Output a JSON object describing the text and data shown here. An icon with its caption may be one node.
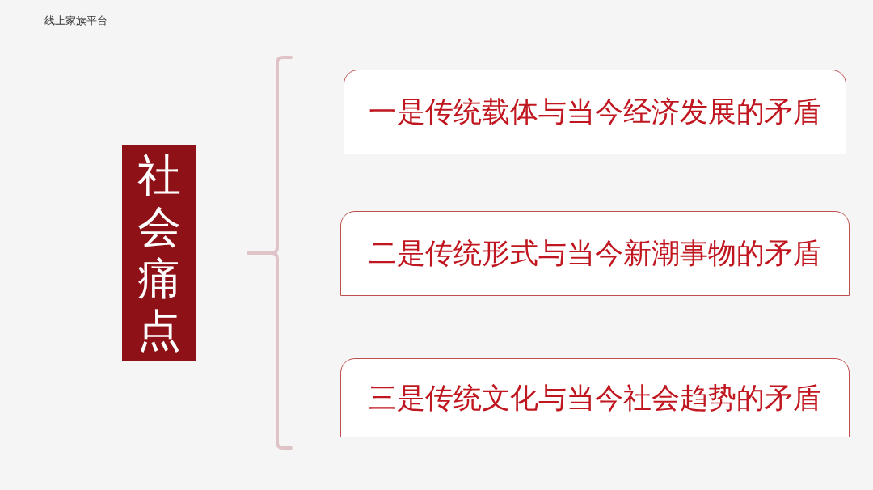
{
  "diagram": {
    "nodes": [
      {
        "text": [
          "社会痛点"
        ]
      },
      {
        "text": [
          "一是传统载体与当今经济发展的矛盾"
        ]
      },
      {
        "text": [
          "二是传统形式与当今新潮事物的矛盾"
        ]
      },
      {
        "text": [
          "三是传统文化与当今社会趋势的矛盾"
        ]
      }
    ],
    "labels": [
      "线上家族平台"
    ]
  }
}
